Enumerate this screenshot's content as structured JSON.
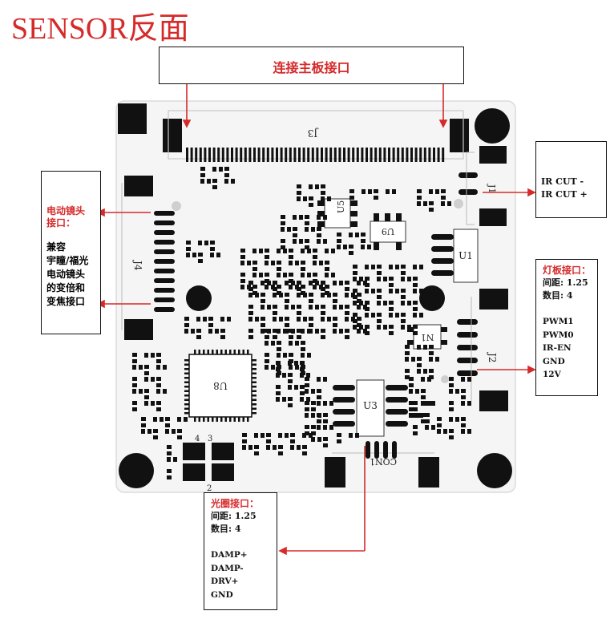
{
  "title": "SENSOR反面",
  "board": {
    "refs": {
      "j3": "J3",
      "j4": "J4",
      "j2": "J2",
      "j1": "J1",
      "u1": "U1",
      "u3": "U3",
      "u5": "U5",
      "u8": "U8",
      "u9": "U9",
      "con1": "CON1",
      "n1": "N1",
      "pin4": "4",
      "pin3": "3",
      "pin2": "2"
    }
  },
  "callouts": {
    "main_interface": {
      "label": "连接主板接口"
    },
    "lens_interface": {
      "heading_line1": "电动镜头",
      "heading_line2": "接口：",
      "desc": [
        "兼容",
        "宇瞳/福光",
        "电动镜头",
        "的变倍和",
        "变焦接口"
      ]
    },
    "ir_cut": {
      "lines": [
        "IR CUT -",
        "IR CUT +"
      ]
    },
    "led_board": {
      "heading": "灯板接口：",
      "pitch": "间距: 1.25",
      "count": "数目: 4",
      "signals": [
        "PWM1",
        "PWM0",
        "IR-EN",
        "GND",
        "12V"
      ]
    },
    "iris": {
      "heading": "光圈接口：",
      "pitch": "间距: 1.25",
      "count": "数目: 4",
      "signals": [
        "DAMP+",
        "DAMP-",
        "DRV+",
        "GND"
      ]
    }
  },
  "colors": {
    "arrow": "#d62a2a",
    "pad": "#111111",
    "board": "#f4f4f4"
  }
}
